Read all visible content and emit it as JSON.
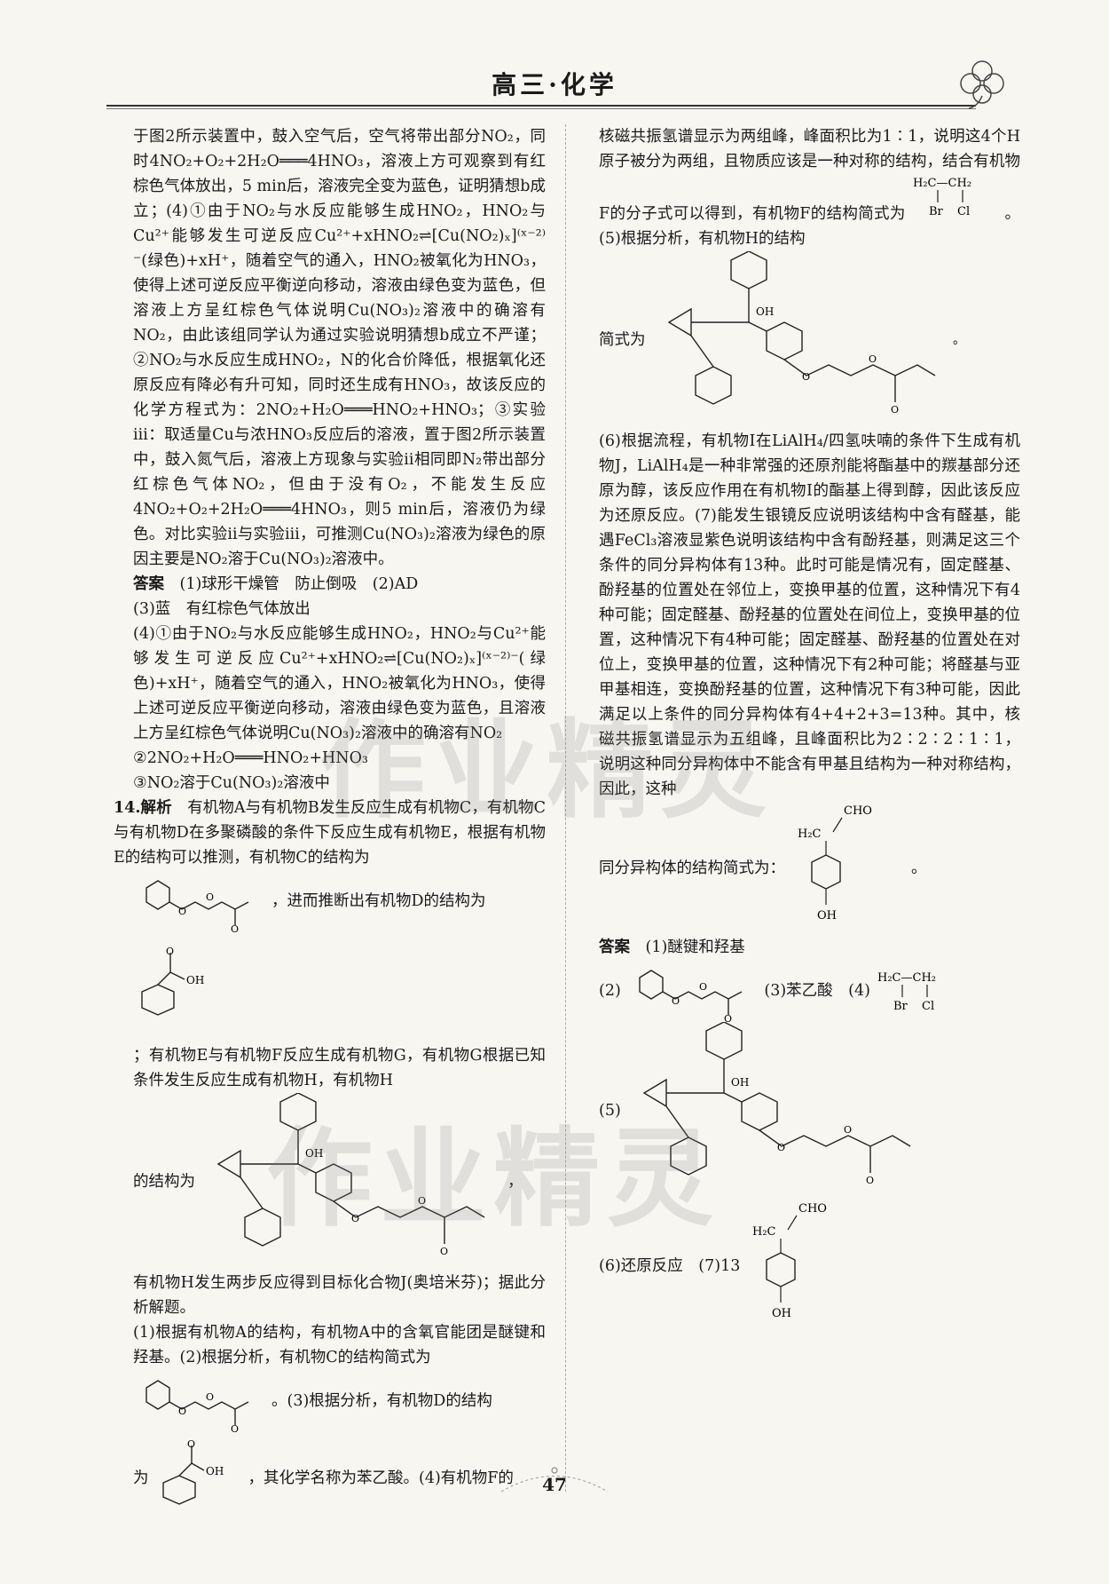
{
  "header": {
    "title": "高三·化学"
  },
  "page_number": "47",
  "watermark": "作业精灵",
  "left": {
    "p1": "于图2所示装置中，鼓入空气后，空气将带出部分NO₂，同时4NO₂+O₂+2H₂O═══4HNO₃，溶液上方可观察到有红棕色气体放出，5 min后，溶液完全变为蓝色，证明猜想b成立；(4)①由于NO₂与水反应能够生成HNO₂，HNO₂与Cu²⁺能够发生可逆反应Cu²⁺+xHNO₂⇌[Cu(NO₂)ₓ]⁽ˣ⁻²⁾⁻(绿色)+xH⁺，随着空气的通入，HNO₂被氧化为HNO₃，使得上述可逆反应平衡逆向移动，溶液由绿色变为蓝色，但溶液上方呈红棕色气体说明Cu(NO₃)₂溶液中的确溶有NO₂，由此该组同学认为通过实验说明猜想b成立不严谨；②NO₂与水反应生成HNO₂，N的化合价降低，根据氧化还原反应有降必有升可知，同时还生成有HNO₃，故该反应的化学方程式为：2NO₂+H₂O═══HNO₂+HNO₃；③实验ⅲ：取适量Cu与浓HNO₃反应后的溶液，置于图2所示装置中，鼓入氮气后，溶液上方现象与实验ⅱ相同即N₂带出部分红棕色气体NO₂，但由于没有O₂，不能发生反应4NO₂+O₂+2H₂O═══4HNO₃，则5 min后，溶液仍为绿色。对比实验ⅱ与实验ⅲ，可推测Cu(NO₃)₂溶液为绿色的原因主要是NO₂溶于Cu(NO₃)₂溶液中。",
    "ans_label": "答案",
    "ans1": "(1)球形干燥管　防止倒吸　(2)AD",
    "ans3": "(3)蓝　有红棕色气体放出",
    "ans4": "(4)①由于NO₂与水反应能够生成HNO₂，HNO₂与Cu²⁺能够发生可逆反应Cu²⁺+xHNO₂⇌[Cu(NO₂)ₓ]⁽ˣ⁻²⁾⁻(绿色)+xH⁺，随着空气的通入，HNO₂被氧化为HNO₃，使得上述可逆反应平衡逆向移动，溶液由绿色变为蓝色，且溶液上方呈红棕色气体说明Cu(NO₃)₂溶液中的确溶有NO₂",
    "ans4b": "②2NO₂+H₂O═══HNO₂+HNO₃",
    "ans4c": "③NO₂溶于Cu(NO₃)₂溶液中",
    "q14_label": "14.解析",
    "q14_p1": "有机物A与有机物B发生反应生成有机物C，有机物C与有机物D在多聚磷酸的条件下反应生成有机物E，根据有机物E的结构可以推测，有机物C的结构为",
    "q14_p2": "，进而推断出有机物D的结构为",
    "q14_p3": "；有机物E与有机物F反应生成有机物G，有机物G根据已知条件发生反应生成有机物H，有机物H",
    "q14_p4": "的结构为",
    "q14_p5": "有机物H发生两步反应得到目标化合物J(奥培米芬)；据此分析解题。",
    "q14_p6": "(1)根据有机物A的结构，有机物A中的含氧官能团是醚键和羟基。(2)根据分析，有机物C的结构简式为",
    "q14_p7": "。(3)根据分析，有机物D的结构",
    "q14_p8": "为",
    "q14_p9": "，其化学名称为苯乙酸。(4)有机物F的"
  },
  "right": {
    "r1": "核磁共振氢谱显示为两组峰，峰面积比为1∶1，说明这4个H原子被分为两组，且物质应该是一种对称的结构，结合有机物F的分子式可以得到，有机物F的结构简式为",
    "r2": "。(5)根据分析，有机物H的结构",
    "r3": "简式为",
    "r4": "(6)根据流程，有机物I在LiAlH₄/四氢呋喃的条件下生成有机物J，LiAlH₄是一种非常强的还原剂能将酯基中的羰基部分还原为醇，该反应作用在有机物I的酯基上得到醇，因此该反应为还原反应。(7)能发生银镜反应说明该结构中含有醛基，能遇FeCl₃溶液显紫色说明该结构中含有酚羟基，则满足这三个条件的同分异构体有13种。此时可能是情况有，固定醛基、酚羟基的位置处在邻位上，变换甲基的位置，这种情况下有4种可能；固定醛基、酚羟基的位置处在间位上，变换甲基的位置，这种情况下有4种可能；固定醛基、酚羟基的位置处在对位上，变换甲基的位置，这种情况下有2种可能；将醛基与亚甲基相连，变换酚羟基的位置，这种情况下有3种可能，因此满足以上条件的同分异构体有4+4+2+3=13种。其中，核磁共振氢谱显示为五组峰，且峰面积比为2∶2∶2∶1∶1，说明这种同分异构体中不能含有甲基且结构为一种对称结构，因此，这种",
    "r5": "同分异构体的结构简式为：",
    "ans_label": "答案",
    "a1": "(1)醚键和羟基",
    "a2": "(2)",
    "a3": "(3)苯乙酸　(4)",
    "a5": "(5)",
    "a6": "(6)还原反应　(7)13"
  },
  "chem": {
    "oh": "OH",
    "o": "O",
    "cho": "CHO",
    "h2c": "H₂C",
    "f_formula": "H₂C—CH₂",
    "br": "Br",
    "cl": "Cl",
    "period": "。",
    "comma": "，"
  }
}
